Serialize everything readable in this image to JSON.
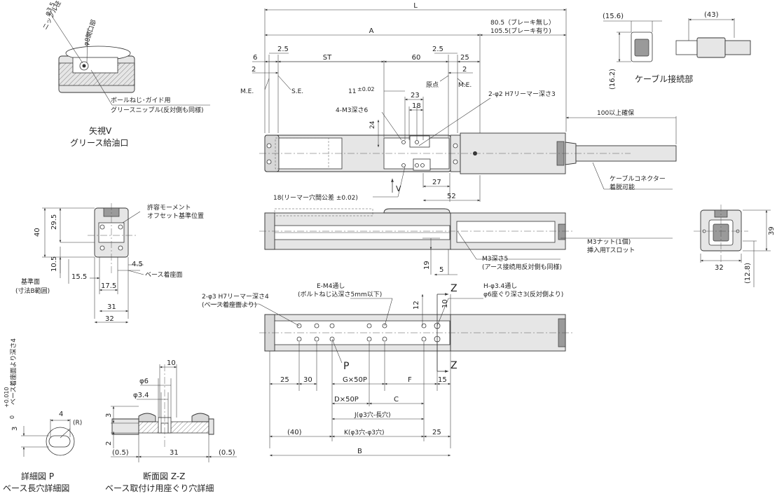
{
  "main_dims": {
    "L": "L",
    "A": "A",
    "brake_none": "80.5（ブレーキ無し）",
    "brake_with": "105.5(ブレーキ有り)",
    "d6": "6",
    "d2_5a": "2.5",
    "d2a": "2",
    "ST": "ST",
    "d60": "60",
    "d2_5b": "2.5",
    "d25a": "25",
    "d2b": "2",
    "ME_left": "M.E.",
    "SE": "S.E.",
    "origin": "原点",
    "ME_right": "M.E.",
    "d11": "11",
    "tol11": "±0.02",
    "d23": "23",
    "d18": "18",
    "m3_depth": "4-M3深さ6",
    "reamer2": "2-φ2 H7リーマー深さ3",
    "d24": "24",
    "d100": "100以上確保",
    "reamer_tol": "18(リーマー穴間公差 ±0.02)",
    "arrowV": "V",
    "d27": "27",
    "d52": "52",
    "connector": "ケーブルコネクター",
    "detachable": "着脱可能"
  },
  "grease": {
    "phi35": "φ3.5",
    "nipple_dia": "ニップル径",
    "phi8": "φ8開口部",
    "ballscrew": "ボールねじ･ガイド用",
    "nipple": "グリースニップル(反対側も同様)",
    "view_v": "矢視V",
    "port": "グリース給油口"
  },
  "cable": {
    "d15_6": "(15.6)",
    "d43": "(43)",
    "d16_2": "(16.2)",
    "title": "ケーブル接続部"
  },
  "end_view": {
    "moment1": "許容モーメント",
    "moment2": "オフセット基準位置",
    "d40": "40",
    "d29_5": "29.5",
    "d10_5": "10.5",
    "d4_5": "4.5",
    "base_surface": "ベース着座面",
    "ref1": "基準面",
    "ref2": "(寸法B範囲)",
    "d15_5": "15.5",
    "d17_5": "17.5",
    "d31": "31",
    "d32": "32"
  },
  "side_view": {
    "m3": "M3深さ5",
    "earth": "(アース接続用反対側も同様)",
    "nut": "M3ナット(1個)",
    "tslot": "挿入用Tスロット",
    "d19": "19",
    "d5": "5"
  },
  "right_view": {
    "d39": "39",
    "d32": "32",
    "d12_8": "(12.8)"
  },
  "bottom_view": {
    "reamer3a": "2-φ3 H7リーマー深さ4",
    "reamer3b": "(ベース着座面より)",
    "em4a": "E-M4通し",
    "em4b": "(ボルトねじ込深さ5mm以下)",
    "z_top": "Z",
    "hole_a": "H-φ3.4通し",
    "hole_b": "φ6座ぐり深さ3(反対側より)",
    "d12": "12",
    "d10": "10",
    "P": "P",
    "z_bottom": "Z",
    "d25a": "25",
    "d30": "30",
    "G": "G×50P",
    "F": "F",
    "d15": "15",
    "D": "D×50P",
    "C": "C",
    "J": "J(φ3穴-長穴)",
    "d40": "(40)",
    "K": "K(φ3穴-φ3穴)",
    "d25b": "25",
    "B": "B"
  },
  "detail_p": {
    "tol_top": "+0.010",
    "tol_bottom": "0",
    "d3": "3",
    "note": "ベース着座面より深さ4",
    "d4": "4",
    "R": "(R)",
    "title": "詳細図 P",
    "subtitle": "ベース長穴詳細図"
  },
  "section_zz": {
    "d10": "10",
    "phi6": "φ6",
    "phi34": "φ3.4",
    "d3": "3",
    "d2": "2",
    "d05a": "(0.5)",
    "d31": "31",
    "d05b": "(0.5)",
    "title": "断面図 Z-Z",
    "subtitle": "ベース取付け用座ぐり穴詳細"
  }
}
